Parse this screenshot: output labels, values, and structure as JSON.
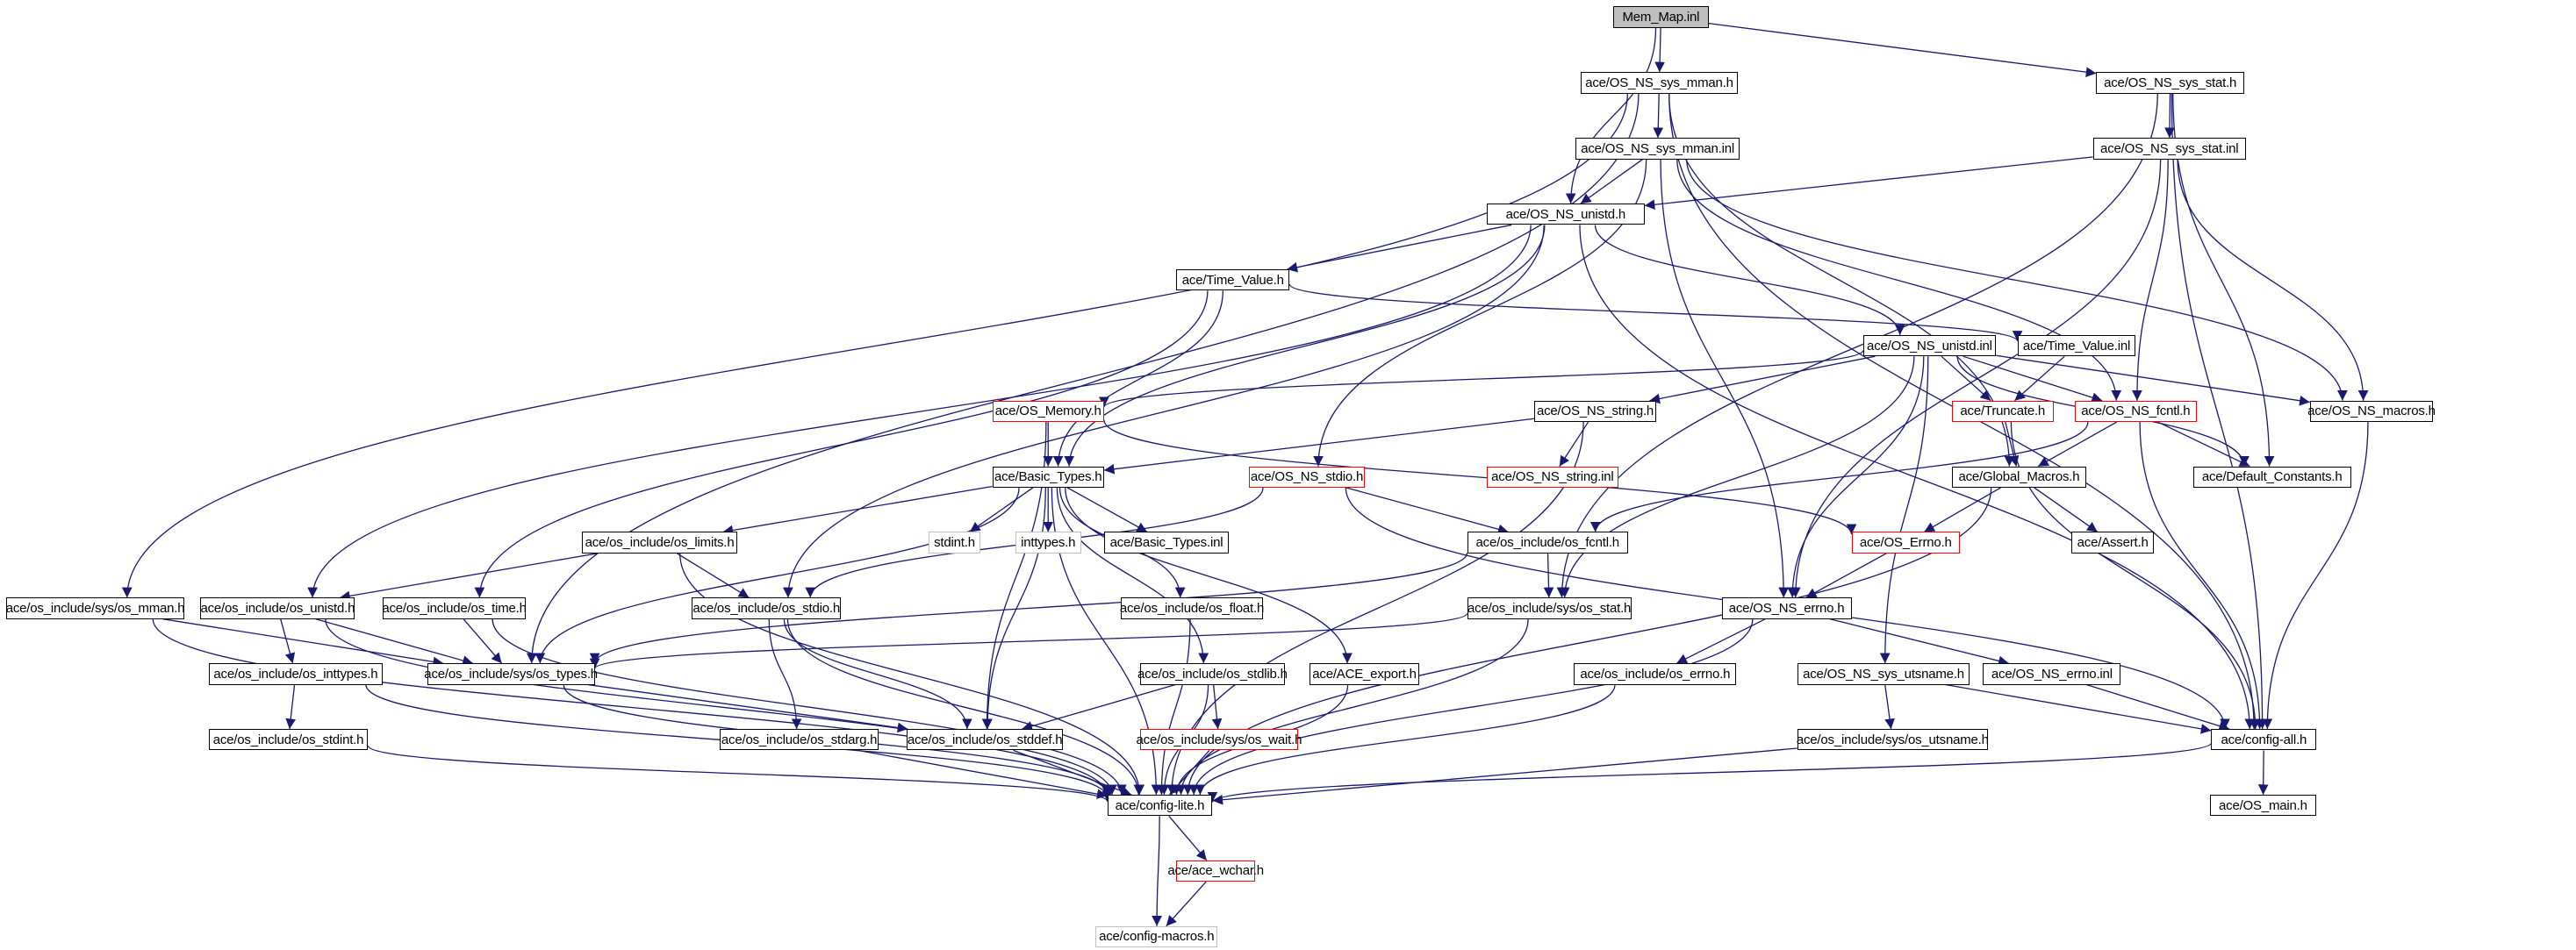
{
  "graph": {
    "title": "Mem_Map.inl include dependency graph",
    "edge_color": "#191970",
    "styles": {
      "root_fill": "#bfbfbf",
      "normal_border": "#000000",
      "truncated_border": "#ff0000",
      "undocumented_border": "#bfbfbf"
    },
    "nodes": [
      {
        "id": "mem_map_inl",
        "label": "Mem_Map.inl",
        "kind": "root"
      },
      {
        "id": "os_ns_sys_mman_h",
        "label": "ace/OS_NS_sys_mman.h",
        "kind": "normal"
      },
      {
        "id": "os_ns_sys_stat_h",
        "label": "ace/OS_NS_sys_stat.h",
        "kind": "normal"
      },
      {
        "id": "os_ns_sys_mman_inl",
        "label": "ace/OS_NS_sys_mman.inl",
        "kind": "normal"
      },
      {
        "id": "os_ns_sys_stat_inl",
        "label": "ace/OS_NS_sys_stat.inl",
        "kind": "normal"
      },
      {
        "id": "os_ns_unistd_h",
        "label": "ace/OS_NS_unistd.h",
        "kind": "normal"
      },
      {
        "id": "time_value_h",
        "label": "ace/Time_Value.h",
        "kind": "normal"
      },
      {
        "id": "os_ns_unistd_inl",
        "label": "ace/OS_NS_unistd.inl",
        "kind": "normal"
      },
      {
        "id": "time_value_inl",
        "label": "ace/Time_Value.inl",
        "kind": "normal"
      },
      {
        "id": "os_memory_h",
        "label": "ace/OS_Memory.h",
        "kind": "red"
      },
      {
        "id": "os_ns_string_h",
        "label": "ace/OS_NS_string.h",
        "kind": "normal"
      },
      {
        "id": "truncate_h",
        "label": "ace/Truncate.h",
        "kind": "red"
      },
      {
        "id": "os_ns_fcntl_h",
        "label": "ace/OS_NS_fcntl.h",
        "kind": "red"
      },
      {
        "id": "os_ns_macros_h",
        "label": "ace/OS_NS_macros.h",
        "kind": "normal"
      },
      {
        "id": "basic_types_h",
        "label": "ace/Basic_Types.h",
        "kind": "normal"
      },
      {
        "id": "os_ns_stdio_h",
        "label": "ace/OS_NS_stdio.h",
        "kind": "red"
      },
      {
        "id": "os_ns_string_inl",
        "label": "ace/OS_NS_string.inl",
        "kind": "red"
      },
      {
        "id": "global_macros_h",
        "label": "ace/Global_Macros.h",
        "kind": "normal"
      },
      {
        "id": "default_constants_h",
        "label": "ace/Default_Constants.h",
        "kind": "normal"
      },
      {
        "id": "os_limits_h",
        "label": "ace/os_include/os_limits.h",
        "kind": "normal"
      },
      {
        "id": "stdint_h",
        "label": "stdint.h",
        "kind": "gray"
      },
      {
        "id": "inttypes_h",
        "label": "inttypes.h",
        "kind": "gray"
      },
      {
        "id": "basic_types_inl",
        "label": "ace/Basic_Types.inl",
        "kind": "normal"
      },
      {
        "id": "os_fcntl_h",
        "label": "ace/os_include/os_fcntl.h",
        "kind": "normal"
      },
      {
        "id": "os_errno_upper_h",
        "label": "ace/OS_Errno.h",
        "kind": "red"
      },
      {
        "id": "assert_h",
        "label": "ace/Assert.h",
        "kind": "normal"
      },
      {
        "id": "sys_os_mman_h",
        "label": "ace/os_include/sys/os_mman.h",
        "kind": "normal"
      },
      {
        "id": "os_unistd_h",
        "label": "ace/os_include/os_unistd.h",
        "kind": "normal"
      },
      {
        "id": "os_time_h",
        "label": "ace/os_include/os_time.h",
        "kind": "normal"
      },
      {
        "id": "os_stdio_h",
        "label": "ace/os_include/os_stdio.h",
        "kind": "normal"
      },
      {
        "id": "os_float_h",
        "label": "ace/os_include/os_float.h",
        "kind": "normal"
      },
      {
        "id": "sys_os_stat_h",
        "label": "ace/os_include/sys/os_stat.h",
        "kind": "normal"
      },
      {
        "id": "os_ns_errno_h",
        "label": "ace/OS_NS_errno.h",
        "kind": "normal"
      },
      {
        "id": "sys_os_types_h",
        "label": "ace/os_include/sys/os_types.h",
        "kind": "normal"
      },
      {
        "id": "os_inttypes_h",
        "label": "ace/os_include/os_inttypes.h",
        "kind": "normal"
      },
      {
        "id": "os_stdlib_h",
        "label": "ace/os_include/os_stdlib.h",
        "kind": "normal"
      },
      {
        "id": "ace_export_h",
        "label": "ace/ACE_export.h",
        "kind": "normal"
      },
      {
        "id": "os_errno_h",
        "label": "ace/os_include/os_errno.h",
        "kind": "normal"
      },
      {
        "id": "os_ns_sys_utsname_h",
        "label": "ace/OS_NS_sys_utsname.h",
        "kind": "normal"
      },
      {
        "id": "os_ns_errno_inl",
        "label": "ace/OS_NS_errno.inl",
        "kind": "normal"
      },
      {
        "id": "os_stdint_h",
        "label": "ace/os_include/os_stdint.h",
        "kind": "normal"
      },
      {
        "id": "os_stdarg_h",
        "label": "ace/os_include/os_stdarg.h",
        "kind": "normal"
      },
      {
        "id": "os_stddef_h",
        "label": "ace/os_include/os_stddef.h",
        "kind": "normal"
      },
      {
        "id": "sys_os_wait_h",
        "label": "ace/os_include/sys/os_wait.h",
        "kind": "red"
      },
      {
        "id": "sys_os_utsname_h",
        "label": "ace/os_include/sys/os_utsname.h",
        "kind": "normal"
      },
      {
        "id": "config_all_h",
        "label": "ace/config-all.h",
        "kind": "normal"
      },
      {
        "id": "config_lite_h",
        "label": "ace/config-lite.h",
        "kind": "normal"
      },
      {
        "id": "os_main_h",
        "label": "ace/OS_main.h",
        "kind": "normal"
      },
      {
        "id": "ace_wchar_h",
        "label": "ace/ace_wchar.h",
        "kind": "red"
      },
      {
        "id": "config_macros_h",
        "label": "ace/config-macros.h",
        "kind": "gray"
      }
    ],
    "edges": [
      [
        "mem_map_inl",
        "os_ns_sys_mman_h"
      ],
      [
        "mem_map_inl",
        "os_ns_sys_stat_h"
      ],
      [
        "mem_map_inl",
        "os_ns_unistd_h"
      ],
      [
        "os_ns_sys_mman_h",
        "os_ns_sys_mman_inl"
      ],
      [
        "os_ns_sys_mman_h",
        "sys_os_mman_h"
      ],
      [
        "os_ns_sys_mman_h",
        "sys_os_types_h"
      ],
      [
        "os_ns_sys_mman_h",
        "config_all_h"
      ],
      [
        "os_ns_sys_mman_h",
        "global_macros_h"
      ],
      [
        "os_ns_sys_stat_h",
        "os_ns_sys_stat_inl"
      ],
      [
        "os_ns_sys_stat_h",
        "sys_os_stat_h"
      ],
      [
        "os_ns_sys_stat_h",
        "default_constants_h"
      ],
      [
        "os_ns_sys_stat_h",
        "config_all_h"
      ],
      [
        "os_ns_sys_mman_inl",
        "os_ns_unistd_h"
      ],
      [
        "os_ns_sys_mman_inl",
        "os_ns_errno_h"
      ],
      [
        "os_ns_sys_mman_inl",
        "os_ns_stdio_h"
      ],
      [
        "os_ns_sys_mman_inl",
        "os_ns_macros_h"
      ],
      [
        "os_ns_sys_mman_inl",
        "os_ns_fcntl_h"
      ],
      [
        "os_ns_sys_stat_inl",
        "os_ns_unistd_h"
      ],
      [
        "os_ns_sys_stat_inl",
        "os_ns_errno_h"
      ],
      [
        "os_ns_sys_stat_inl",
        "os_ns_fcntl_h"
      ],
      [
        "os_ns_sys_stat_inl",
        "os_ns_macros_h"
      ],
      [
        "os_ns_unistd_h",
        "time_value_h"
      ],
      [
        "os_ns_unistd_h",
        "os_ns_unistd_inl"
      ],
      [
        "os_ns_unistd_h",
        "basic_types_h"
      ],
      [
        "os_ns_unistd_h",
        "os_unistd_h"
      ],
      [
        "os_ns_unistd_h",
        "os_stdio_h"
      ],
      [
        "os_ns_unistd_h",
        "config_all_h"
      ],
      [
        "time_value_h",
        "time_value_inl"
      ],
      [
        "time_value_h",
        "basic_types_h"
      ],
      [
        "time_value_h",
        "os_time_h"
      ],
      [
        "os_ns_unistd_inl",
        "os_memory_h"
      ],
      [
        "os_ns_unistd_inl",
        "os_ns_string_h"
      ],
      [
        "os_ns_unistd_inl",
        "truncate_h"
      ],
      [
        "os_ns_unistd_inl",
        "os_ns_fcntl_h"
      ],
      [
        "os_ns_unistd_inl",
        "os_ns_macros_h"
      ],
      [
        "os_ns_unistd_inl",
        "default_constants_h"
      ],
      [
        "os_ns_unistd_inl",
        "os_ns_errno_h"
      ],
      [
        "os_ns_unistd_inl",
        "os_ns_sys_utsname_h"
      ],
      [
        "os_ns_unistd_inl",
        "sys_os_stat_h"
      ],
      [
        "time_value_inl",
        "truncate_h"
      ],
      [
        "os_memory_h",
        "basic_types_h"
      ],
      [
        "os_memory_h",
        "os_errno_upper_h"
      ],
      [
        "os_memory_h",
        "os_stddef_h"
      ],
      [
        "os_ns_string_h",
        "basic_types_h"
      ],
      [
        "os_ns_string_h",
        "os_ns_string_inl"
      ],
      [
        "os_ns_string_h",
        "config_lite_h"
      ],
      [
        "truncate_h",
        "global_macros_h"
      ],
      [
        "truncate_h",
        "config_all_h"
      ],
      [
        "os_ns_fcntl_h",
        "global_macros_h"
      ],
      [
        "os_ns_fcntl_h",
        "default_constants_h"
      ],
      [
        "os_ns_fcntl_h",
        "os_fcntl_h"
      ],
      [
        "os_ns_fcntl_h",
        "config_all_h"
      ],
      [
        "os_ns_macros_h",
        "config_all_h"
      ],
      [
        "basic_types_h",
        "os_limits_h"
      ],
      [
        "basic_types_h",
        "stdint_h"
      ],
      [
        "basic_types_h",
        "inttypes_h"
      ],
      [
        "basic_types_h",
        "basic_types_inl"
      ],
      [
        "basic_types_h",
        "sys_os_types_h"
      ],
      [
        "basic_types_h",
        "os_float_h"
      ],
      [
        "basic_types_h",
        "os_stdlib_h"
      ],
      [
        "basic_types_h",
        "ace_export_h"
      ],
      [
        "basic_types_h",
        "os_stddef_h"
      ],
      [
        "basic_types_h",
        "config_lite_h"
      ],
      [
        "os_ns_stdio_h",
        "os_fcntl_h"
      ],
      [
        "os_ns_stdio_h",
        "os_stdio_h"
      ],
      [
        "os_ns_stdio_h",
        "config_all_h"
      ],
      [
        "global_macros_h",
        "os_errno_upper_h"
      ],
      [
        "global_macros_h",
        "assert_h"
      ],
      [
        "global_macros_h",
        "config_lite_h"
      ],
      [
        "os_limits_h",
        "os_unistd_h"
      ],
      [
        "os_limits_h",
        "os_stdio_h"
      ],
      [
        "os_limits_h",
        "config_lite_h"
      ],
      [
        "os_fcntl_h",
        "sys_os_stat_h"
      ],
      [
        "os_fcntl_h",
        "sys_os_types_h"
      ],
      [
        "os_errno_upper_h",
        "os_ns_errno_h"
      ],
      [
        "sys_os_mman_h",
        "sys_os_types_h"
      ],
      [
        "sys_os_mman_h",
        "config_lite_h"
      ],
      [
        "os_unistd_h",
        "os_inttypes_h"
      ],
      [
        "os_unistd_h",
        "sys_os_types_h"
      ],
      [
        "os_unistd_h",
        "config_lite_h"
      ],
      [
        "os_time_h",
        "sys_os_types_h"
      ],
      [
        "os_time_h",
        "config_lite_h"
      ],
      [
        "os_stdio_h",
        "os_stdarg_h"
      ],
      [
        "os_stdio_h",
        "os_stddef_h"
      ],
      [
        "os_stdio_h",
        "config_lite_h"
      ],
      [
        "os_float_h",
        "config_lite_h"
      ],
      [
        "sys_os_stat_h",
        "sys_os_types_h"
      ],
      [
        "sys_os_stat_h",
        "config_lite_h"
      ],
      [
        "os_ns_errno_h",
        "os_errno_h"
      ],
      [
        "os_ns_errno_h",
        "os_ns_errno_inl"
      ],
      [
        "os_ns_errno_h",
        "config_lite_h"
      ],
      [
        "sys_os_types_h",
        "os_stddef_h"
      ],
      [
        "sys_os_types_h",
        "config_lite_h"
      ],
      [
        "os_inttypes_h",
        "os_stdint_h"
      ],
      [
        "os_inttypes_h",
        "config_lite_h"
      ],
      [
        "os_stdlib_h",
        "os_stddef_h"
      ],
      [
        "os_stdlib_h",
        "sys_os_wait_h"
      ],
      [
        "os_stdlib_h",
        "config_lite_h"
      ],
      [
        "ace_export_h",
        "config_lite_h"
      ],
      [
        "os_errno_h",
        "config_lite_h"
      ],
      [
        "os_ns_sys_utsname_h",
        "sys_os_utsname_h"
      ],
      [
        "os_ns_sys_utsname_h",
        "config_all_h"
      ],
      [
        "os_ns_errno_inl",
        "config_all_h"
      ],
      [
        "os_stdint_h",
        "config_lite_h"
      ],
      [
        "os_stdarg_h",
        "config_lite_h"
      ],
      [
        "os_stddef_h",
        "config_lite_h"
      ],
      [
        "sys_os_wait_h",
        "config_lite_h"
      ],
      [
        "sys_os_utsname_h",
        "config_lite_h"
      ],
      [
        "config_all_h",
        "config_lite_h"
      ],
      [
        "config_all_h",
        "os_main_h"
      ],
      [
        "config_lite_h",
        "ace_wchar_h"
      ],
      [
        "config_lite_h",
        "config_macros_h"
      ],
      [
        "ace_wchar_h",
        "config_macros_h"
      ]
    ]
  }
}
